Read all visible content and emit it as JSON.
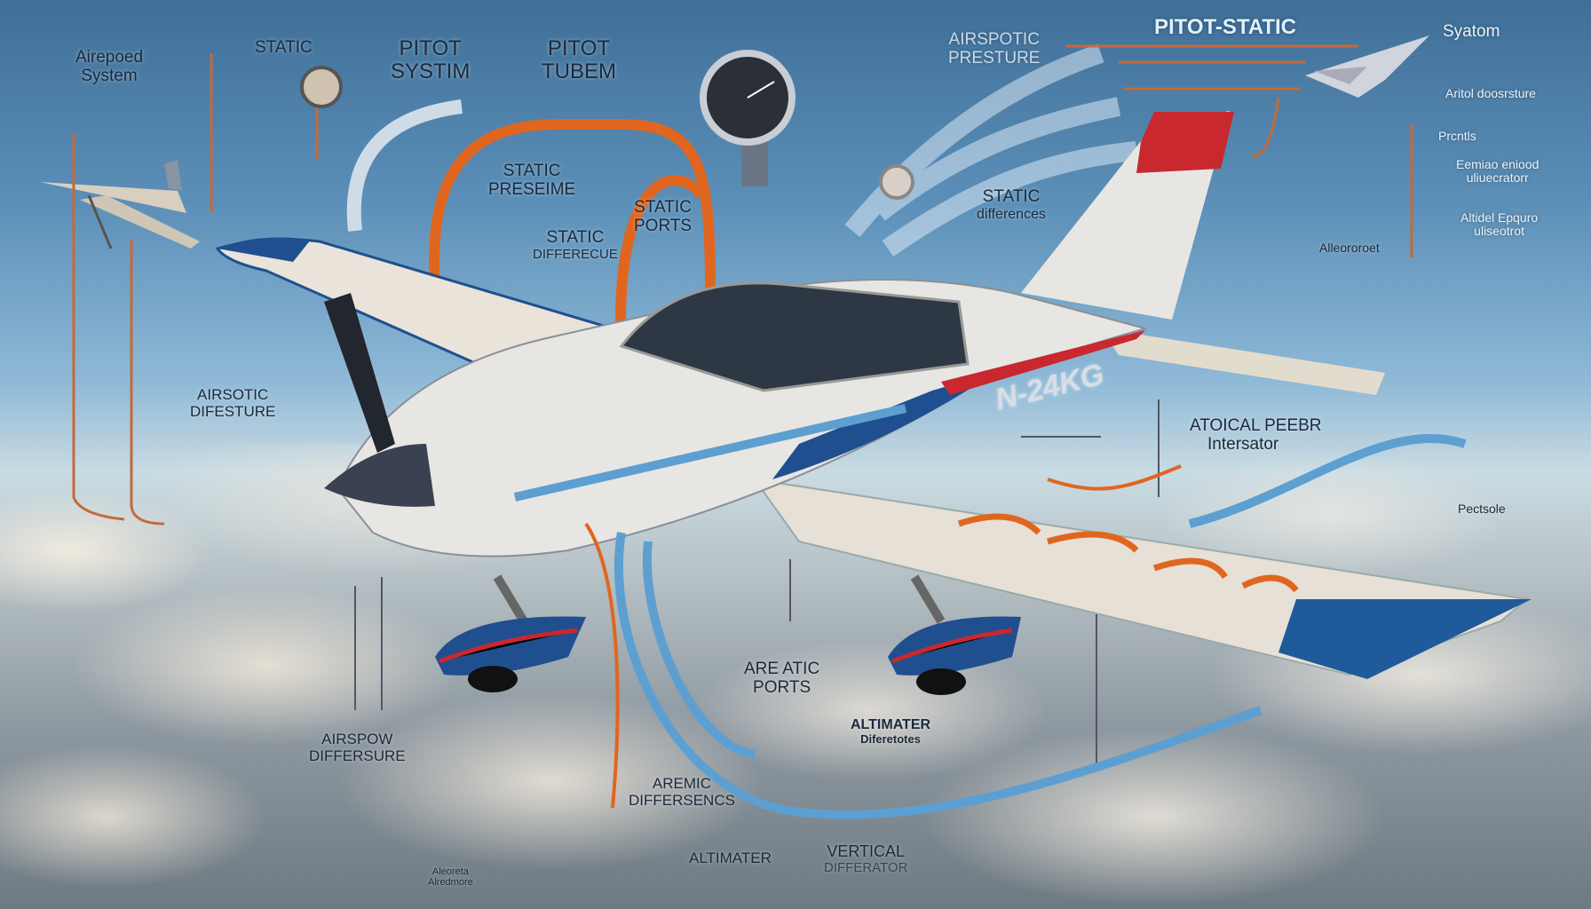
{
  "title": "PITOT-STATIC",
  "title_suffix": "Syatom",
  "tail_number": "N-24KG",
  "labels": {
    "airspeed_system": [
      "Airepoed",
      "System"
    ],
    "static_top": "STATIC",
    "pitot_system": [
      "PITOT",
      "SYSTIM"
    ],
    "pitot_tube": [
      "PITOT",
      "TUBEM"
    ],
    "airspotic_pressure": [
      "AIRSPOTIC",
      "PRESTURE"
    ],
    "right_1": "Aritol doosrsture",
    "right_2": "Prcntls",
    "right_3": [
      "Eemiao eniood",
      "uliuecratorr"
    ],
    "right_4": [
      "Altidel Epquro",
      "uliseotrot"
    ],
    "right_5": "Alleororoet",
    "static_pressure": [
      "STATIC",
      "PRESEIME"
    ],
    "static_ports": [
      "STATIC",
      "PORTS"
    ],
    "static_difference": [
      "STATIC",
      "DIFFERECUE"
    ],
    "static_differences": [
      "STATIC",
      "differences"
    ],
    "airsotic_difesture": [
      "AIRSOTIC",
      "DIFESTURE"
    ],
    "atoical_peebr": [
      "ATOICAL PEEBR",
      "Intersator"
    ],
    "pectsole": "Pectsole",
    "arenatic_ports": [
      "ARE ATIC",
      "PORTS"
    ],
    "altimater_diff": [
      "ALTIMATER",
      "Diferetotes"
    ],
    "airspow": [
      "AIRSPOW",
      "DIFFERSURE"
    ],
    "aremic": [
      "AREMIC",
      "DIFFERSENCS"
    ],
    "altimater_bottom": "ALTIMATER",
    "vertical": [
      "VERTICAL",
      "DIFFERATOR"
    ],
    "aleoreta": [
      "Aleoreta",
      "Alredmore"
    ]
  },
  "colors": {
    "tube_orange": "#e0661f",
    "tube_blue": "#5d9fd0",
    "plane_blue": "#1f4f8f",
    "plane_red": "#c8282e",
    "plane_white": "#e8e6e2"
  }
}
